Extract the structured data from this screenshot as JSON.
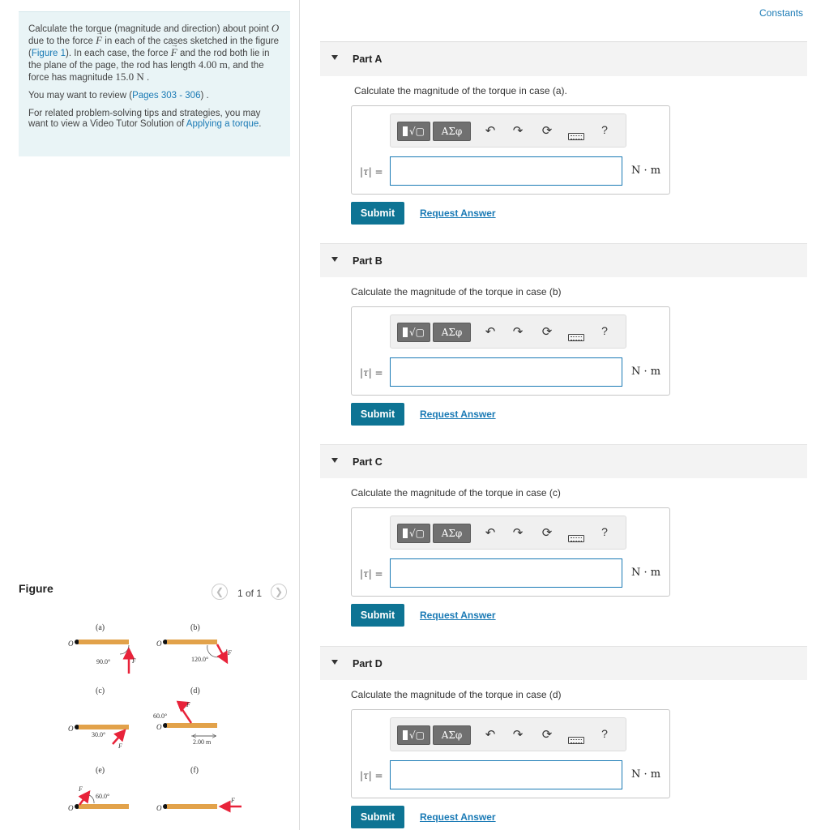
{
  "problem": {
    "p1_a": "Calculate the torque (magnitude and direction) about point ",
    "p1_O": "O",
    "p1_b": " due to the force ",
    "p1_F": "F",
    "p1_c": " in each of the cases sketched in the figure (",
    "p1_figlink": "Figure 1",
    "p1_d": "). In each case, the force ",
    "p1_F2": "F",
    "p1_e": " and the rod both lie in the plane of the page, the rod has length ",
    "p1_len": "4.00 m",
    "p1_f": ", and the force has magnitude ",
    "p1_mag": "15.0 N",
    "p1_g": " .",
    "p2_a": "You may want to review (",
    "p2_link": "Pages 303 - 306",
    "p2_b": ") .",
    "p3_a": "For related problem-solving tips and strategies, you may want to view a Video Tutor Solution of ",
    "p3_link": "Applying a torque",
    "p3_b": "."
  },
  "figure": {
    "title": "Figure",
    "pager": "1 of 1",
    "prev_icon": "chevron-left-icon",
    "next_icon": "chevron-right-icon",
    "rod_color": "#e2a24a",
    "force_color": "#e8233a",
    "labels": {
      "a": "(a)",
      "b": "(b)",
      "c": "(c)",
      "d": "(d)",
      "e": "(e)",
      "f": "(f)",
      "O": "O",
      "F": "F",
      "angle_a": "90.0°",
      "angle_b": "120.0°",
      "angle_c": "30.0°",
      "angle_d": "60.0°",
      "dist_d": "2.00 m",
      "angle_e": "60.0°"
    }
  },
  "header": {
    "constants": "Constants"
  },
  "toolbar": {
    "template_glyph": "√▢",
    "greek_label": "ΑΣφ",
    "undo_icon": "undo-icon",
    "redo_icon": "redo-icon",
    "reset_icon": "reset-icon",
    "keyboard_icon": "keyboard-icon",
    "help_label": "?"
  },
  "parts": [
    {
      "title": "Part A",
      "question": "Calculate the  magnitude of the torque in case (a).",
      "prefix_bar": "|",
      "prefix_tau": "τ",
      "prefix_eq": "| =",
      "value": "",
      "unit": "N · m",
      "submit": "Submit",
      "request": "Request Answer"
    },
    {
      "title": "Part B",
      "question": "Calculate the magnitude of the torque in case (b)",
      "prefix_bar": "|",
      "prefix_tau": "τ",
      "prefix_eq": "| =",
      "value": "",
      "unit": "N · m",
      "submit": "Submit",
      "request": "Request Answer"
    },
    {
      "title": "Part C",
      "question": "Calculate the magnitude of the torque in case (c)",
      "prefix_bar": "|",
      "prefix_tau": "τ",
      "prefix_eq": "| =",
      "value": "",
      "unit": "N · m",
      "submit": "Submit",
      "request": "Request Answer"
    },
    {
      "title": "Part D",
      "question": "Calculate the magnitude of the torque in case (d)",
      "prefix_bar": "|",
      "prefix_tau": "τ",
      "prefix_eq": "| =",
      "value": "",
      "unit": "N · m",
      "submit": "Submit",
      "request": "Request Answer"
    }
  ]
}
